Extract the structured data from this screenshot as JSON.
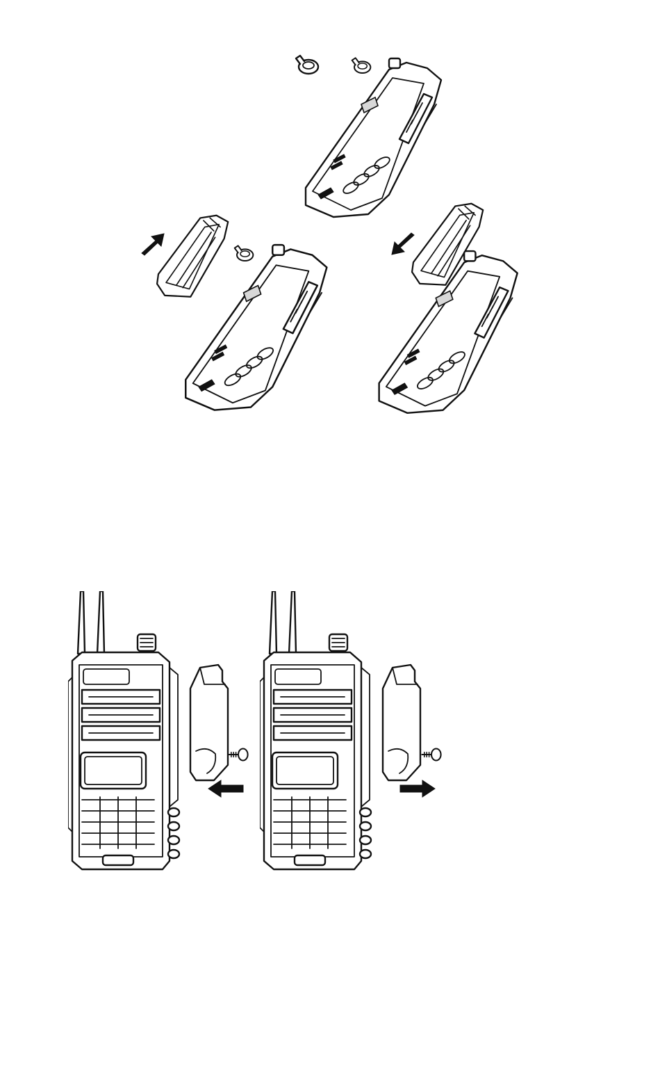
{
  "figures": [
    {
      "name": "clip-screws-removed",
      "depicts": "radio-back-with-belt-clip-screws"
    },
    {
      "name": "clip-removal",
      "depicts": "belt-clip-slide-off"
    },
    {
      "name": "clip-installation",
      "depicts": "belt-clip-slide-on"
    },
    {
      "name": "side-cover-attach",
      "depicts": "side-port-cover-with-screw"
    },
    {
      "name": "side-cover-detach",
      "depicts": "side-port-cover-with-screw"
    }
  ],
  "arrows": [
    {
      "name": "arrow-up-right",
      "direction": "up-right"
    },
    {
      "name": "arrow-down-left",
      "direction": "down-left"
    },
    {
      "name": "arrow-left",
      "direction": "left"
    },
    {
      "name": "arrow-right",
      "direction": "right"
    }
  ],
  "colors": {
    "line": "#111111",
    "background": "#ffffff"
  }
}
